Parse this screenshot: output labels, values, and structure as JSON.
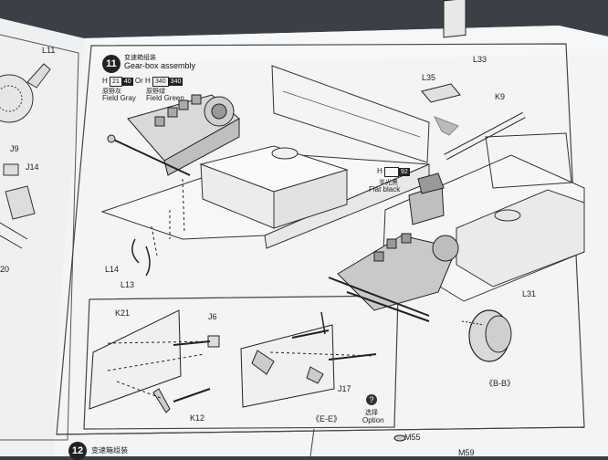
{
  "step11": {
    "number": "11",
    "title_cn": "变速箱组装",
    "title_en": "Gear-box assembly"
  },
  "paints": {
    "h1_prefix": "H",
    "h1_code1": "21",
    "h1_code2": "40",
    "or_text": "Or",
    "h2_prefix": "H",
    "h2_code1": "340",
    "h2_code2": "340",
    "gray_cn": "原野灰",
    "gray_en": "Field Gray",
    "green_cn": "原野绿",
    "green_en": "Field Green",
    "black_prefix": "H",
    "black_code": "92",
    "black_cn": "半光黑",
    "black_en": "Flat black"
  },
  "parts": {
    "l11": "L11",
    "j9": "J9",
    "j14": "J14",
    "n20": "20",
    "l33": "L33",
    "l35": "L35",
    "k9": "K9",
    "l14": "L14",
    "l13": "L13",
    "l31": "L31",
    "k21": "K21",
    "j6": "J6",
    "k12": "K12",
    "j17": "J17",
    "m55": "M55",
    "m59": "M59"
  },
  "views": {
    "bb": "《B-B》",
    "ee": "《E-E》"
  },
  "option": {
    "cn": "选择",
    "en": "Option"
  },
  "step12": {
    "number": "12",
    "title_cn": "变速箱组装"
  }
}
